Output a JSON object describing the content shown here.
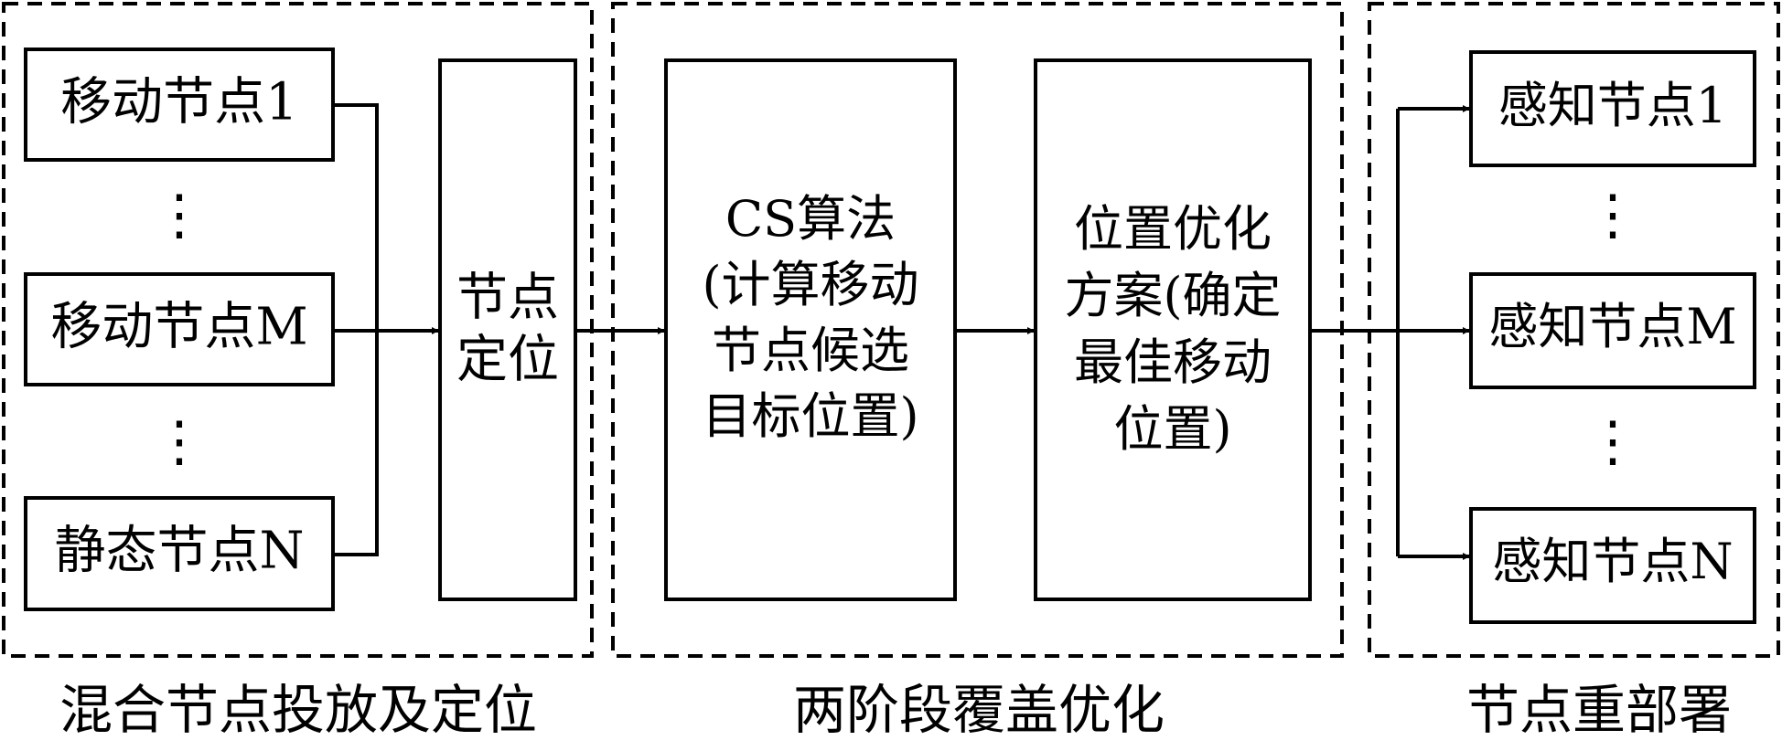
{
  "left_stage": {
    "inputs": [
      "移动节点1",
      "移动节点M",
      "静态节点N"
    ],
    "localization": [
      "节点",
      "定位"
    ],
    "caption": "混合节点投放及定位"
  },
  "middle_stage": {
    "cs_algorithm": [
      "CS算法",
      "(计算移动",
      "节点候选",
      "目标位置)"
    ],
    "optimization": [
      "位置优化",
      "方案(确定",
      "最佳移动",
      "位置)"
    ],
    "caption": "两阶段覆盖优化"
  },
  "right_stage": {
    "outputs": [
      "感知节点1",
      "感知节点M",
      "感知节点N"
    ],
    "caption": "节点重部署"
  },
  "ellipsis": "⋮"
}
